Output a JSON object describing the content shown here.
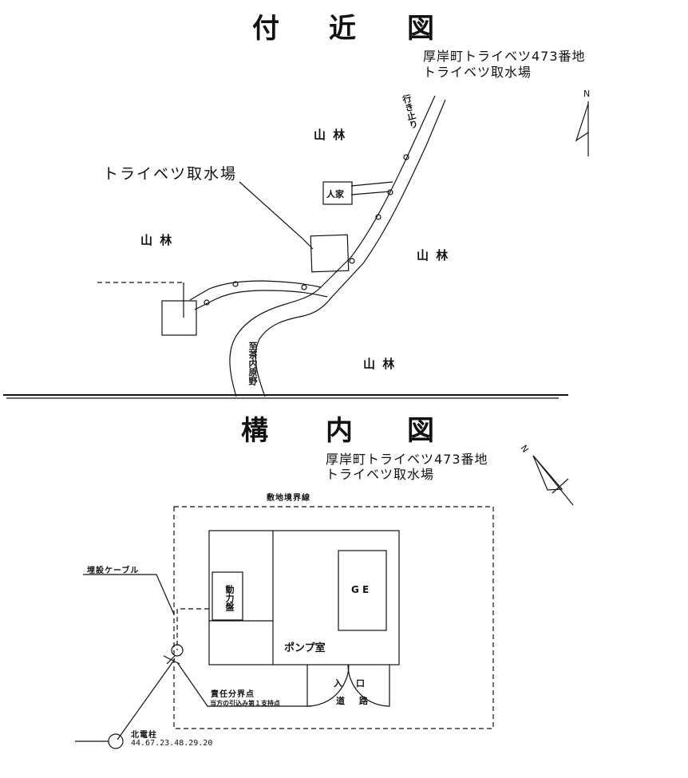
{
  "vicinity": {
    "title_chars": [
      "付",
      "近",
      "図"
    ],
    "address_line1": "厚岸町トライベツ473番地",
    "address_line2": "トライベツ取水場",
    "facility_label": "トライベツ取水場",
    "forest_labels": [
      "山 林",
      "山 林",
      "山 林",
      "山 林"
    ],
    "house_label": "人家",
    "dead_end_label": "行き止り",
    "road_to_label": "至茶内原野",
    "north_label": "N"
  },
  "premises": {
    "title_chars": [
      "構",
      "内",
      "図"
    ],
    "address_line1": "厚岸町トライベツ473番地",
    "address_line2": "トライベツ取水場",
    "boundary_label": "敷地境界線",
    "cable_label": "埋設ケーブル",
    "panel_label": "動力盤",
    "ge_label": "G E",
    "pump_room_label": "ポンプ室",
    "entrance_chars": [
      "入",
      "口"
    ],
    "road_chars": [
      "道",
      "路"
    ],
    "responsibility_point_label": "責任分界点",
    "support_point_label": "当方の引込み第１支持点",
    "pole_label": "北電柱",
    "pole_number": "44.67.23.48.29.20",
    "north_label": "N"
  }
}
